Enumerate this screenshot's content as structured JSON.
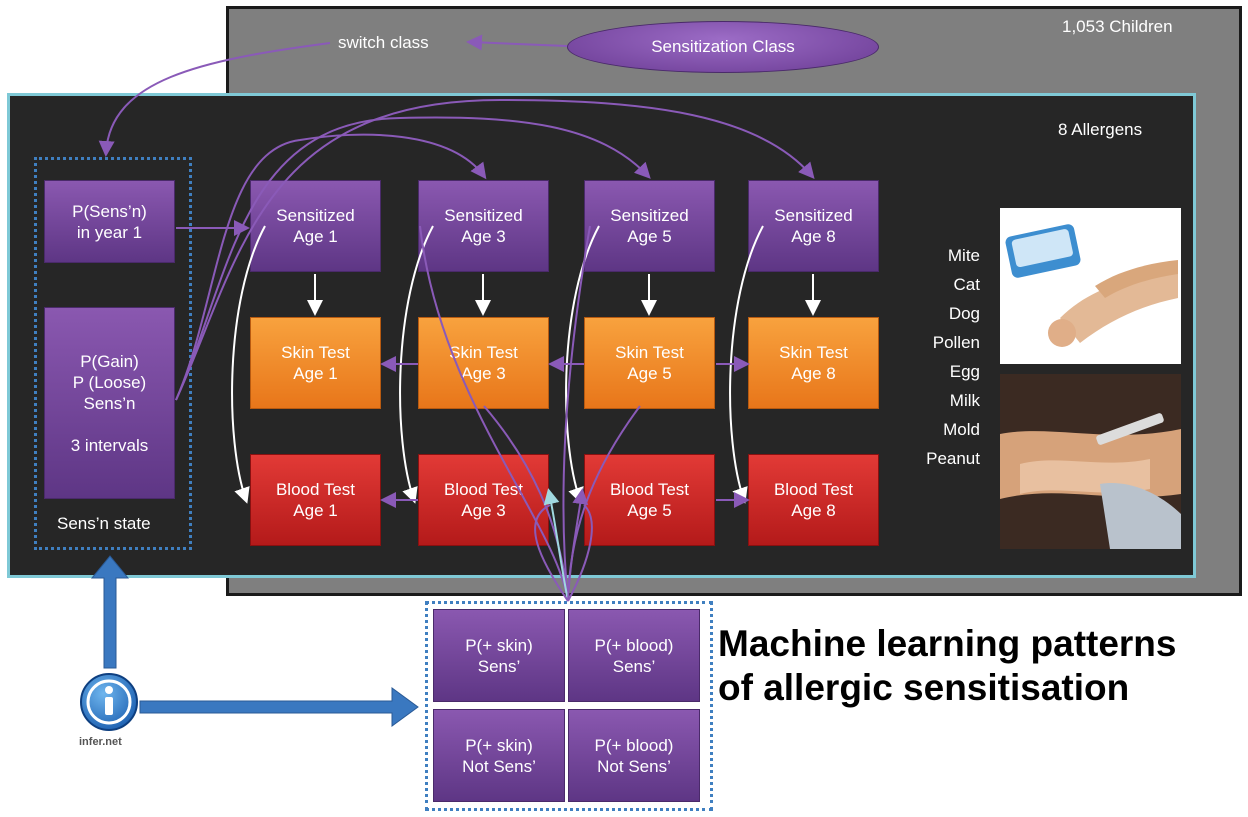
{
  "header": {
    "children_count": "1,053 Children",
    "allergens_count": "8 Allergens",
    "switch_class": "switch class",
    "class_node": "Sensitization Class"
  },
  "left_panel": {
    "p_sens_year1": [
      "P(Sens’n)",
      "in year 1"
    ],
    "p_gain_loose": [
      "P(Gain)",
      "P (Loose)",
      "Sens’n",
      "",
      "3 intervals"
    ],
    "state_label": "Sens’n state"
  },
  "columns": [
    {
      "sensitized": [
        "Sensitized",
        "Age 1"
      ],
      "skin": [
        "Skin Test",
        "Age 1"
      ],
      "blood": [
        "Blood Test",
        "Age 1"
      ]
    },
    {
      "sensitized": [
        "Sensitized",
        "Age 3"
      ],
      "skin": [
        "Skin Test",
        "Age 3"
      ],
      "blood": [
        "Blood Test",
        "Age 3"
      ]
    },
    {
      "sensitized": [
        "Sensitized",
        "Age 5"
      ],
      "skin": [
        "Skin Test",
        "Age 5"
      ],
      "blood": [
        "Blood Test",
        "Age 5"
      ]
    },
    {
      "sensitized": [
        "Sensitized",
        "Age 8"
      ],
      "skin": [
        "Skin Test",
        "Age 8"
      ],
      "blood": [
        "Blood Test",
        "Age 8"
      ]
    }
  ],
  "allergens": [
    "Mite",
    "Cat",
    "Dog",
    "Pollen",
    "Egg",
    "Milk",
    "Mold",
    "Peanut"
  ],
  "probabilities": [
    [
      "P(+ skin)",
      "Sens’"
    ],
    [
      "P(+ blood)",
      "Sens’"
    ],
    [
      "P(+ skin)",
      "Not Sens’"
    ],
    [
      "P(+ blood)",
      "Not Sens’"
    ]
  ],
  "logo_text": "infer.net",
  "title_lines": [
    "Machine learning patterns",
    "of allergic sensitisation"
  ],
  "colors": {
    "purple": "#6e449a",
    "orange": "#f08a2a",
    "red": "#cc2a28",
    "arrow_purple": "#8a5ab8",
    "inner_border": "#7fc9d6",
    "dotted": "#3f7fc0",
    "big_arrow": "#3a78c0"
  }
}
